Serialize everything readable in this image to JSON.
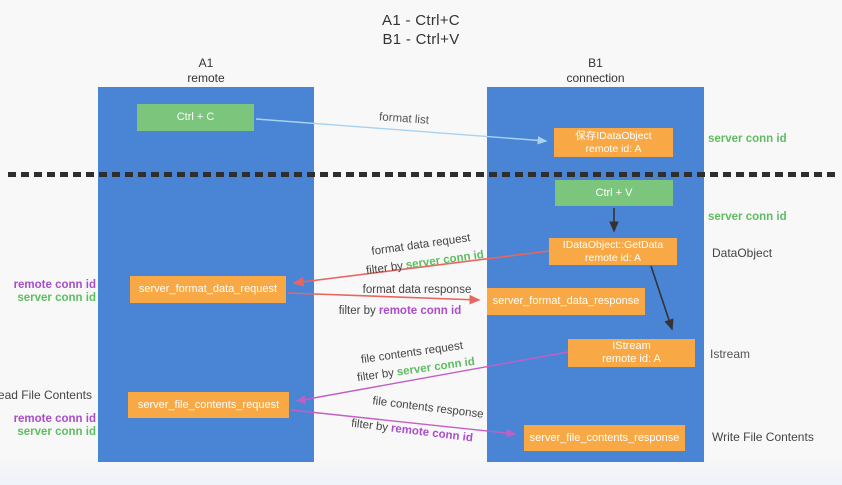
{
  "title": {
    "line1": "A1 - Ctrl+C",
    "line2": "B1 - Ctrl+V"
  },
  "columns": {
    "a1": {
      "name": "A1",
      "subtitle": "remote"
    },
    "b1": {
      "name": "B1",
      "subtitle": "connection"
    }
  },
  "boxes": {
    "ctrl_c": {
      "label": "Ctrl + C"
    },
    "ctrl_v": {
      "label": "Ctrl + V"
    },
    "save_idataobject": {
      "line1": "保存IDataObject",
      "line2": "remote id: A"
    },
    "idataobject_getdata": {
      "line1": "IDataObject::GetData",
      "line2": "remote id: A"
    },
    "istream": {
      "line1": "IStream",
      "line2": "remote id: A"
    },
    "server_format_data_request": {
      "label": "server_format_data_request"
    },
    "server_format_data_response": {
      "label": "server_format_data_response"
    },
    "server_file_contents_request": {
      "label": "server_file_contents_request"
    },
    "server_file_contents_response": {
      "label": "server_file_contents_response"
    }
  },
  "flow_labels": {
    "format_list": "format list",
    "format_data_request": "format data request",
    "format_data_response": "format data response",
    "file_contents_request": "file contents request",
    "file_contents_response": "file contents response",
    "filter_by": "filter by",
    "server_conn_id": "server conn id",
    "remote_conn_id": "remote conn id"
  },
  "side_labels": {
    "dataobject": "DataObject",
    "istream": "Istream",
    "read_file_contents": "Read File Contents",
    "write_file_contents": "Write File Contents"
  },
  "colors": {
    "column_blue": "#4a85d5",
    "box_green": "#7cc57d",
    "box_orange": "#f8a844",
    "arrow_light_blue": "#a9d2ef",
    "arrow_red": "#e96560",
    "arrow_magenta": "#c45ec4",
    "arrow_black": "#333333",
    "text_green": "#5ebd62",
    "text_purple": "#a94dca"
  }
}
